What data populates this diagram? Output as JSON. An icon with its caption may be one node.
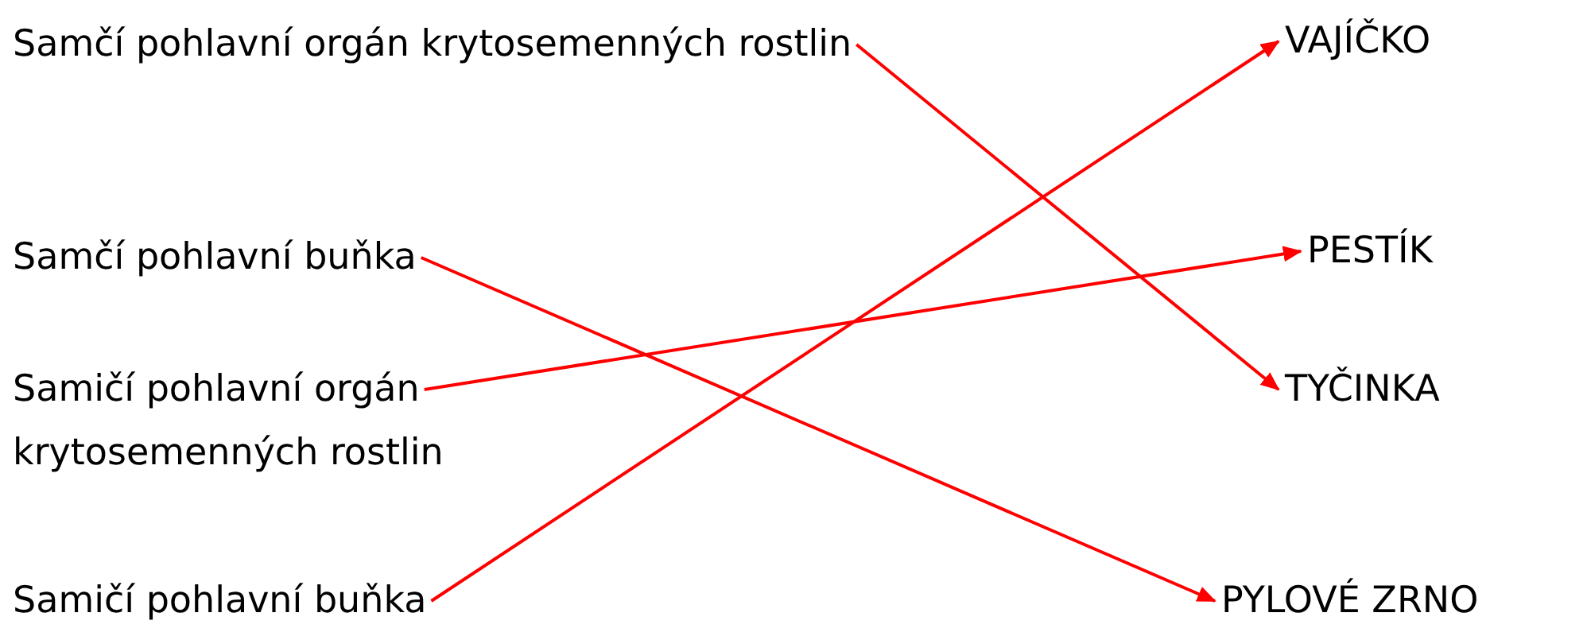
{
  "diagram": {
    "nodes": [
      {
        "text": [
          "Samčí pohlavní orgán krytosemenných rostlin"
        ]
      },
      {
        "text": [
          "Samčí pohlavní buňka"
        ]
      },
      {
        "text": [
          "Samičí pohlavní orgán krytosemenných rostlin"
        ]
      },
      {
        "text": [
          "Samičí pohlavní buňka"
        ]
      },
      {
        "text": [
          "VAJÍČKO"
        ]
      },
      {
        "text": [
          "PESTÍK"
        ]
      },
      {
        "text": [
          "TYČINKA"
        ]
      },
      {
        "text": [
          "PYLOVÉ ZRNO"
        ]
      }
    ],
    "edges": [
      {
        "from": 0,
        "to": 6,
        "arrow": "to"
      },
      {
        "from": 1,
        "to": 7,
        "arrow": "to"
      },
      {
        "from": 2,
        "to": 5,
        "arrow": "to"
      },
      {
        "from": 3,
        "to": 4,
        "arrow": "to"
      }
    ]
  }
}
